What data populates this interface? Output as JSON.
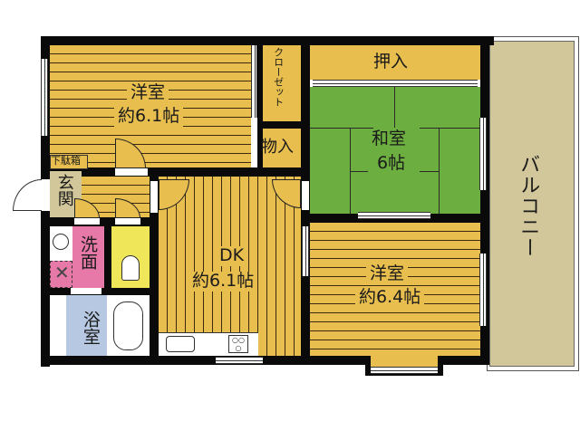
{
  "floorplan": {
    "rooms": {
      "western_room_1": {
        "name": "洋室",
        "size": "約6.1帖"
      },
      "closet": {
        "name": "クローゼット"
      },
      "storage": {
        "name": "物入"
      },
      "oshiire": {
        "name": "押入"
      },
      "japanese_room": {
        "name": "和室",
        "size": "6帖"
      },
      "balcony": {
        "name": "バルコニー"
      },
      "shoe_box": {
        "name": "下駄箱"
      },
      "entrance": {
        "name": "玄関"
      },
      "washroom": {
        "name": "洗面"
      },
      "bathroom": {
        "name": "浴室"
      },
      "dining_kitchen": {
        "name": "DK",
        "size": "約6.1帖"
      },
      "western_room_2": {
        "name": "洋室",
        "size": "約6.4帖"
      }
    },
    "colors": {
      "floor_wood": "#e8be4e",
      "tatami": "#6cae3f",
      "balcony": "#d1c79a",
      "entrance": "#d1c79a",
      "washroom": "#e679a8",
      "toilet": "#f0e65a",
      "bathroom": "#b7c9e2",
      "wall": "#0a0a0a"
    }
  }
}
